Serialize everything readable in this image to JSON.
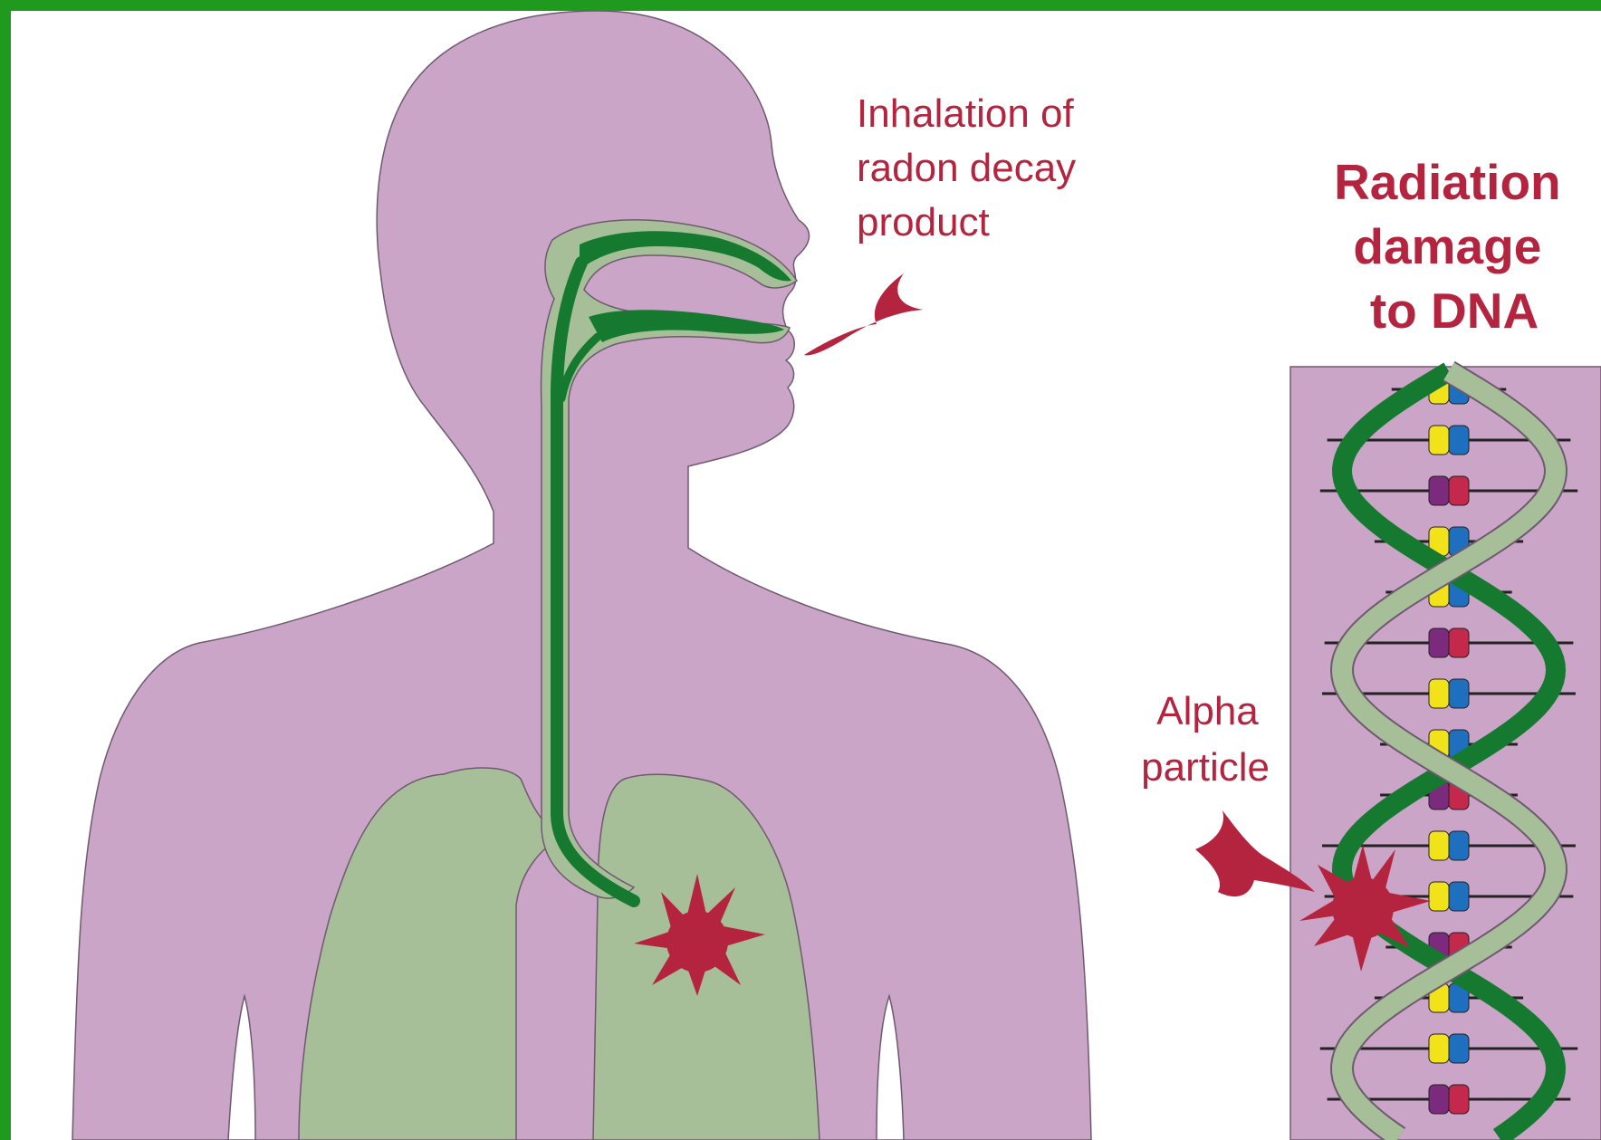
{
  "labels": {
    "inhalation": [
      "Inhalation of",
      "radon decay",
      "product"
    ],
    "title": [
      "Radiation",
      "damage",
      "to DNA"
    ],
    "alpha": [
      "Alpha",
      "particle"
    ]
  },
  "icons": {
    "inhalation_arrow": "arrow-icon",
    "alpha_arrow": "arrow-icon",
    "lung_particle": "starburst-icon",
    "dna_particle": "starburst-icon"
  },
  "colors": {
    "frame": "#1f9a1f",
    "body": "#cba5c7",
    "airway_light": "#a6bf98",
    "airway_dark": "#157a2f",
    "accent": "#b5243f",
    "label_text": "#b5243f"
  }
}
